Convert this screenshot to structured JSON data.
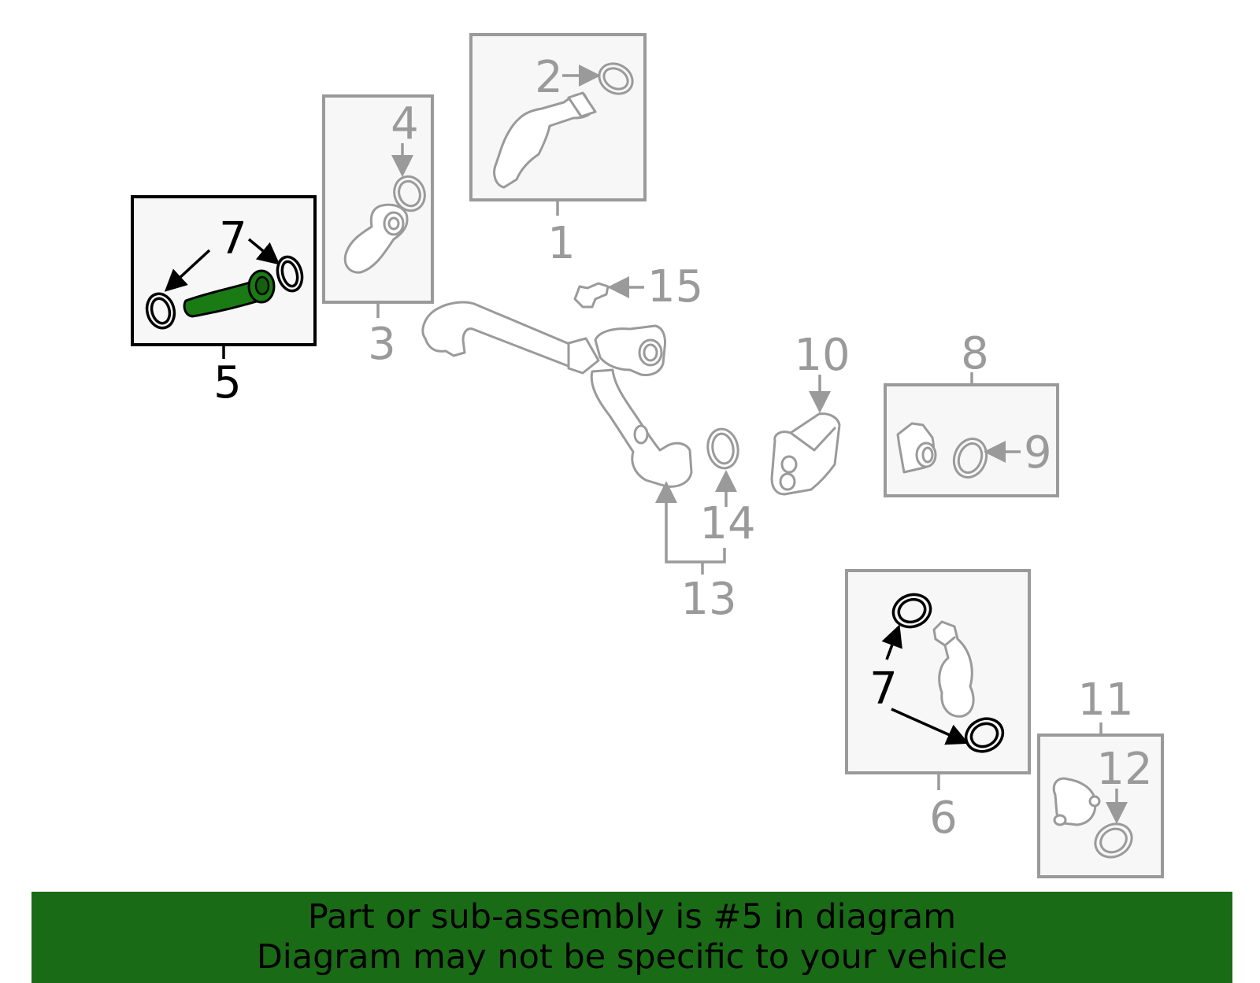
{
  "callouts": {
    "c1": "1",
    "c2": "2",
    "c3": "3",
    "c4": "4",
    "c5": "5",
    "c6": "6",
    "c7a": "7",
    "c7b": "7",
    "c8": "8",
    "c9": "9",
    "c10": "10",
    "c11": "11",
    "c12": "12",
    "c13": "13",
    "c14": "14",
    "c15": "15"
  },
  "banner": {
    "line1": "Part or sub-assembly is #5 in diagram",
    "line2": "Diagram may not be specific to your vehicle"
  },
  "colors": {
    "highlight": "#1a7a14",
    "banner_bg": "#1a6b16",
    "outline_grey": "#9a9a9a",
    "box_fill": "#f7f7f7"
  },
  "highlighted_part": "5"
}
